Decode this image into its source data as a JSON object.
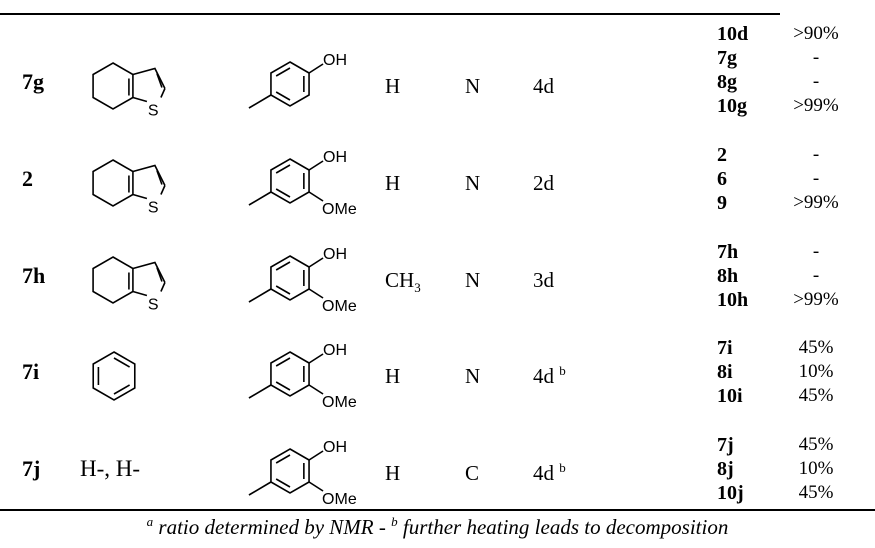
{
  "table": {
    "rows": [
      {
        "id": "row-7g",
        "compound": "7g",
        "left_structure": "tetrahydrobenzothiophene",
        "right_structure": "p-tolyl-phenol",
        "r_group": "H",
        "x_atom": "N",
        "time": "4d",
        "time_note": "",
        "products": [
          {
            "name": "7g",
            "ratio": "-"
          },
          {
            "name": "8g",
            "ratio": "-"
          },
          {
            "name": "10g",
            "ratio": ">99%"
          }
        ]
      },
      {
        "id": "row-2",
        "compound": "2",
        "left_structure": "tetrahydrobenzothiophene",
        "right_structure": "guaiacol-methyl",
        "r_group": "H",
        "x_atom": "N",
        "time": "2d",
        "time_note": "",
        "products": [
          {
            "name": "2",
            "ratio": "-"
          },
          {
            "name": "6",
            "ratio": "-"
          },
          {
            "name": "9",
            "ratio": ">99%"
          }
        ]
      },
      {
        "id": "row-7h",
        "compound": "7h",
        "left_structure": "tetrahydrobenzothiophene",
        "right_structure": "guaiacol-methyl",
        "r_group": "CH",
        "r_group_sub": "3",
        "x_atom": "N",
        "time": "3d",
        "time_note": "",
        "products": [
          {
            "name": "7h",
            "ratio": "-"
          },
          {
            "name": "8h",
            "ratio": "-"
          },
          {
            "name": "10h",
            "ratio": ">99%"
          }
        ]
      },
      {
        "id": "row-7i",
        "compound": "7i",
        "left_structure": "benzene",
        "right_structure": "guaiacol-methyl",
        "r_group": "H",
        "x_atom": "N",
        "time": "4d",
        "time_note": "b",
        "products": [
          {
            "name": "7i",
            "ratio": "45%"
          },
          {
            "name": "8i",
            "ratio": "10%"
          },
          {
            "name": "10i",
            "ratio": "45%"
          }
        ]
      },
      {
        "id": "row-7j",
        "compound": "7j",
        "left_text": "H-, H-",
        "right_structure": "guaiacol-methyl",
        "r_group": "H",
        "x_atom": "C",
        "time": "4d",
        "time_note": "b",
        "products": [
          {
            "name": "7j",
            "ratio": "45%"
          },
          {
            "name": "8j",
            "ratio": "10%"
          },
          {
            "name": "10j",
            "ratio": "45%"
          }
        ]
      }
    ],
    "carryover": {
      "name": "10d",
      "ratio": ">90%"
    },
    "atom_labels": {
      "oh": "OH",
      "ome": "OMe",
      "s": "S"
    }
  },
  "footnote": {
    "a_mark": "a",
    "a_text": " ratio determined by NMR - ",
    "b_mark": "b",
    "b_text": " further heating leads to decomposition"
  }
}
